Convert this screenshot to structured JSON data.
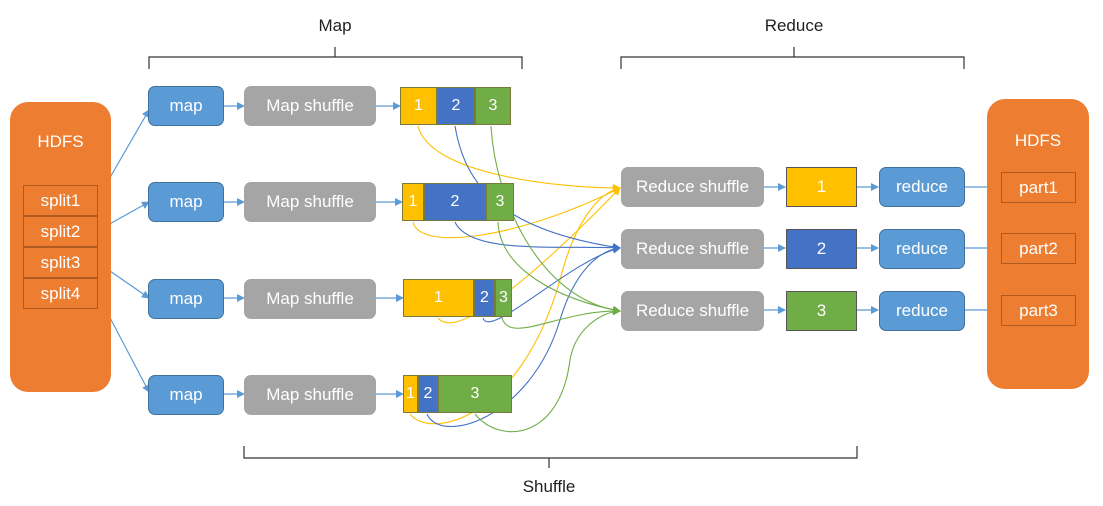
{
  "labels": {
    "map": "Map",
    "reduce": "Reduce",
    "shuffle": "Shuffle"
  },
  "hdfs_in": {
    "title": "HDFS",
    "splits": [
      "split1",
      "split2",
      "split3",
      "split4"
    ]
  },
  "hdfs_out": {
    "title": "HDFS",
    "parts": [
      "part1",
      "part2",
      "part3"
    ]
  },
  "mappers": [
    {
      "map": "map",
      "shuffle": "Map shuffle",
      "segments": [
        {
          "label": "1",
          "share": 0.33
        },
        {
          "label": "2",
          "share": 0.34
        },
        {
          "label": "3",
          "share": 0.33
        }
      ]
    },
    {
      "map": "map",
      "shuffle": "Map shuffle",
      "segments": [
        {
          "label": "1",
          "share": 0.2
        },
        {
          "label": "2",
          "share": 0.55
        },
        {
          "label": "3",
          "share": 0.25
        }
      ]
    },
    {
      "map": "map",
      "shuffle": "Map shuffle",
      "segments": [
        {
          "label": "1",
          "share": 0.65
        },
        {
          "label": "2",
          "share": 0.19
        },
        {
          "label": "3",
          "share": 0.16
        }
      ]
    },
    {
      "map": "map",
      "shuffle": "Map shuffle",
      "segments": [
        {
          "label": "1",
          "share": 0.14
        },
        {
          "label": "2",
          "share": 0.18
        },
        {
          "label": "3",
          "share": 0.68
        }
      ]
    }
  ],
  "reducers": [
    {
      "shuffle": "Reduce shuffle",
      "block": "1",
      "reduce": "reduce"
    },
    {
      "shuffle": "Reduce shuffle",
      "block": "2",
      "reduce": "reduce"
    },
    {
      "shuffle": "Reduce shuffle",
      "block": "3",
      "reduce": "reduce"
    }
  ],
  "colors": {
    "partition1": "#FFC000",
    "partition2": "#4472C4",
    "partition3": "#70AD47",
    "map_box": "#5B9BD5",
    "shuffle_box": "#A5A5A5",
    "hdfs": "#ED7D31"
  }
}
